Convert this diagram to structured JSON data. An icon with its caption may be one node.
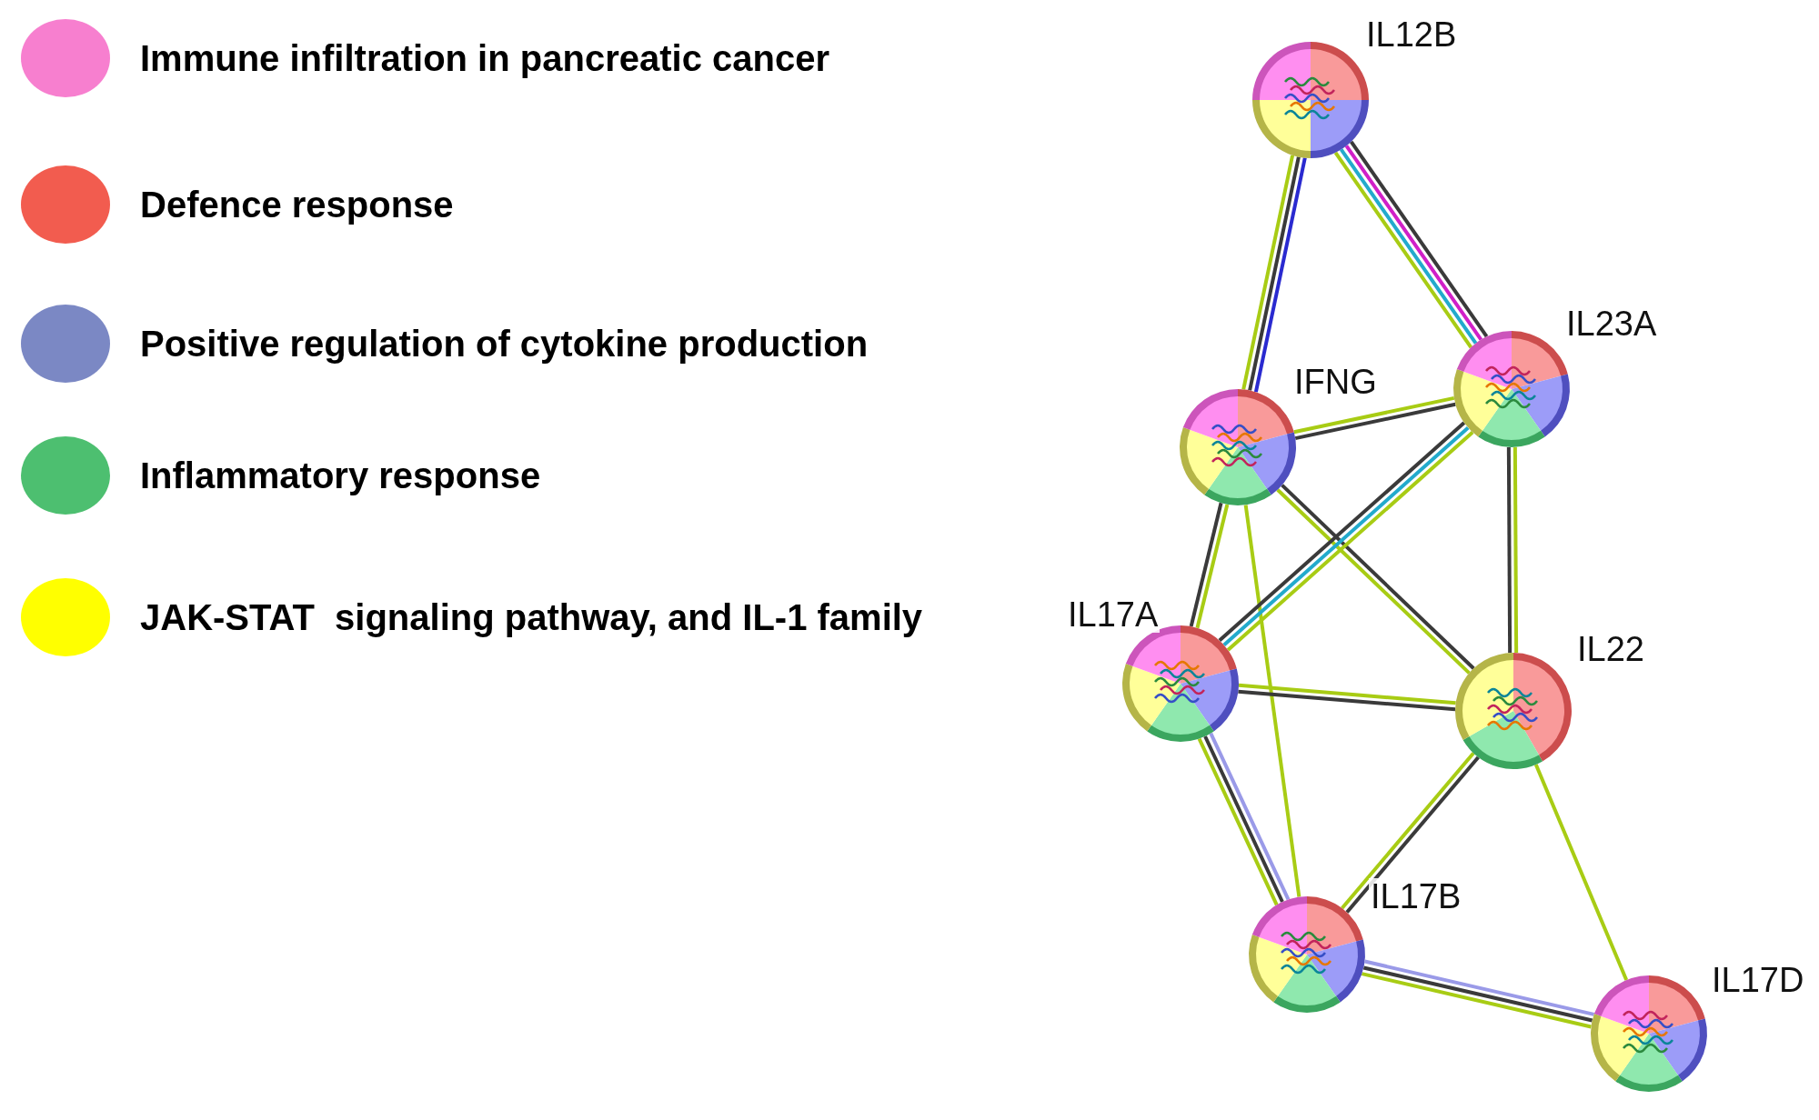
{
  "diagram": {
    "nodes": [
      {
        "text": [
          "IL12B"
        ]
      },
      {
        "text": [
          "IL23A"
        ]
      },
      {
        "text": [
          "IFNG"
        ]
      },
      {
        "text": [
          "IL17A"
        ]
      },
      {
        "text": [
          "IL22"
        ]
      },
      {
        "text": [
          "IL17B"
        ]
      },
      {
        "text": [
          "IL17D"
        ]
      }
    ],
    "edges": [
      {
        "from": 0,
        "to": 2,
        "arrow": "none",
        "color": "#2a2ad0"
      },
      {
        "from": 0,
        "to": 2,
        "arrow": "none",
        "color": "#3a3a3a"
      },
      {
        "from": 0,
        "to": 2,
        "arrow": "none"
      },
      {
        "from": 0,
        "to": 1,
        "arrow": "none",
        "color": "#3a3a3a"
      },
      {
        "from": 0,
        "to": 1,
        "arrow": "none",
        "color": "#d020c8"
      },
      {
        "from": 0,
        "to": 1,
        "arrow": "none",
        "color": "#22aacc"
      },
      {
        "from": 0,
        "to": 1,
        "arrow": "none"
      },
      {
        "from": 2,
        "to": 1,
        "arrow": "none"
      },
      {
        "from": 2,
        "to": 1,
        "arrow": "none",
        "color": "#3a3a3a"
      },
      {
        "from": 2,
        "to": 3,
        "arrow": "none"
      },
      {
        "from": 2,
        "to": 3,
        "arrow": "none",
        "color": "#3a3a3a"
      },
      {
        "from": 2,
        "to": 4,
        "arrow": "none",
        "color": "#3a3a3a"
      },
      {
        "from": 2,
        "to": 4,
        "arrow": "none"
      },
      {
        "from": 2,
        "to": 5,
        "arrow": "none"
      },
      {
        "from": 1,
        "to": 3,
        "arrow": "none"
      },
      {
        "from": 1,
        "to": 3,
        "arrow": "none",
        "color": "#22aacc"
      },
      {
        "from": 1,
        "to": 3,
        "arrow": "none",
        "color": "#3a3a3a"
      },
      {
        "from": 1,
        "to": 4,
        "arrow": "none"
      },
      {
        "from": 1,
        "to": 4,
        "arrow": "none",
        "color": "#3a3a3a"
      },
      {
        "from": 3,
        "to": 4,
        "arrow": "none"
      },
      {
        "from": 3,
        "to": 4,
        "arrow": "none",
        "color": "#3a3a3a"
      },
      {
        "from": 3,
        "to": 5,
        "arrow": "none",
        "color": "#9a9ae8"
      },
      {
        "from": 3,
        "to": 5,
        "arrow": "none",
        "color": "#3a3a3a"
      },
      {
        "from": 3,
        "to": 5,
        "arrow": "none"
      },
      {
        "from": 4,
        "to": 5,
        "arrow": "none",
        "color": "#3a3a3a"
      },
      {
        "from": 4,
        "to": 5,
        "arrow": "none"
      },
      {
        "from": 4,
        "to": 6,
        "arrow": "none"
      },
      {
        "from": 5,
        "to": 6,
        "arrow": "none",
        "color": "#9a9ae8"
      },
      {
        "from": 5,
        "to": 6,
        "arrow": "none",
        "color": "#3a3a3a"
      },
      {
        "from": 5,
        "to": 6,
        "arrow": "none"
      }
    ],
    "legend": [
      {
        "text": "Immune infiltration in pancreatic cancer",
        "color": "#f77fcf"
      },
      {
        "text": "Defence response",
        "color": "#f25c4f"
      },
      {
        "text": "Positive regulation of cytokine production",
        "color": "#7b88c4"
      },
      {
        "text": "Inflammatory response",
        "color": "#4dbf70"
      },
      {
        "text": "JAK-STAT  signaling pathway, and IL-1 family",
        "color": "#ffff00"
      }
    ]
  }
}
